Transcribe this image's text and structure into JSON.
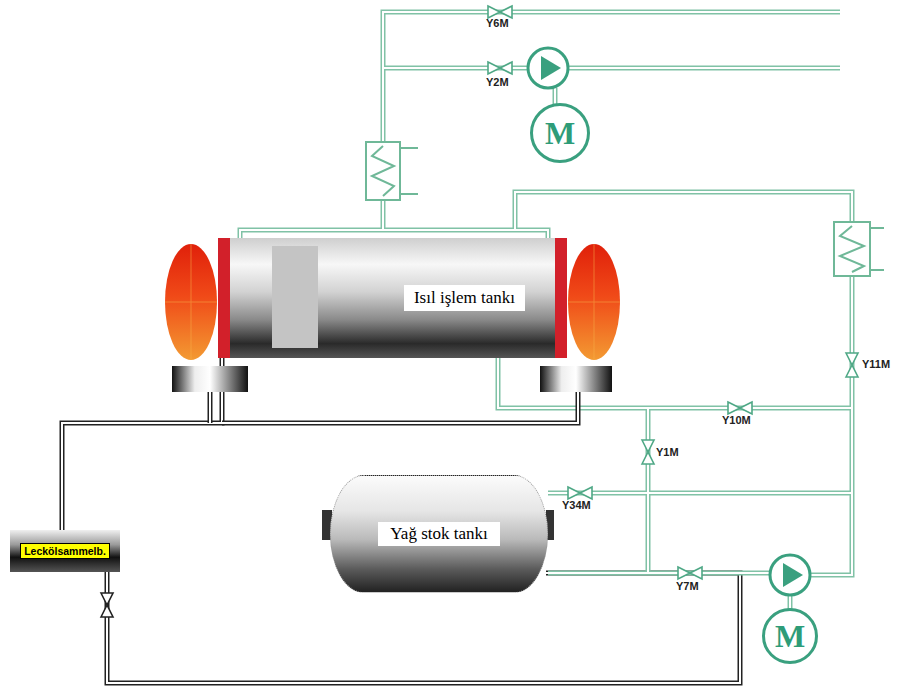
{
  "diagram": {
    "nodes": [
      {
        "text": [
          "M"
        ]
      },
      {
        "text": [
          "Isıl işlem tankı"
        ]
      },
      {
        "text": [
          "Yağ stok tankı"
        ]
      },
      {
        "text": [
          "Leckölsammelb."
        ]
      },
      {
        "text": [
          "M"
        ]
      }
    ],
    "edges": [
      {
        "from": 1,
        "to": 3,
        "arrow": "none"
      },
      {
        "from": 3,
        "to": 2,
        "arrow": "none"
      }
    ],
    "labels": [
      "Y6M",
      "Y2M",
      "Y11M",
      "Y10M",
      "Y1M",
      "Y34M",
      "Y7M"
    ]
  }
}
